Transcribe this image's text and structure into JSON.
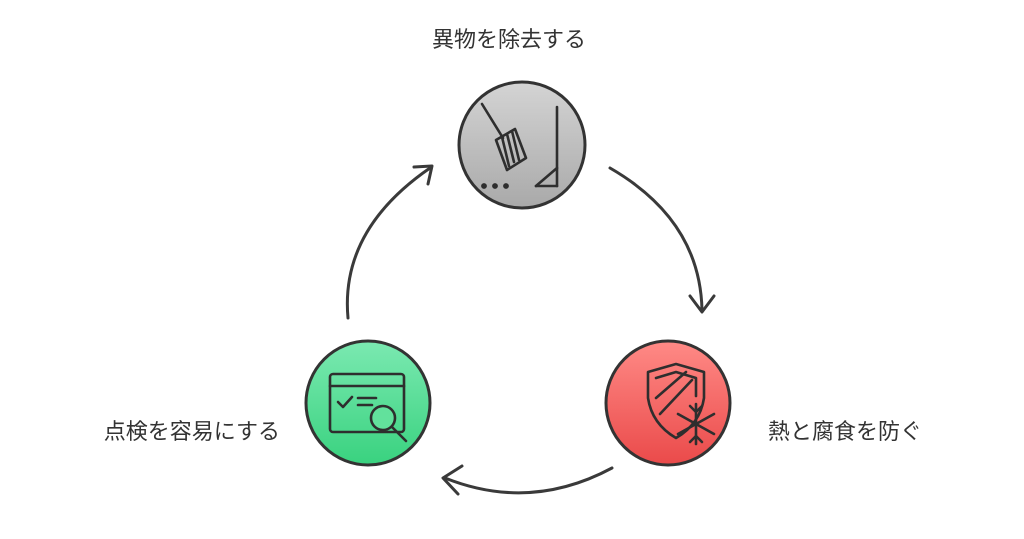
{
  "steps": [
    {
      "label": "異物を除去する",
      "icon": "broom-icon",
      "color": "#bdbdbd"
    },
    {
      "label": "熱と腐食を防ぐ",
      "icon": "shield-snowflake-icon",
      "color": "#f26565"
    },
    {
      "label": "点検を容易にする",
      "icon": "inspection-checklist-icon",
      "color": "#4fdc8f"
    }
  ]
}
